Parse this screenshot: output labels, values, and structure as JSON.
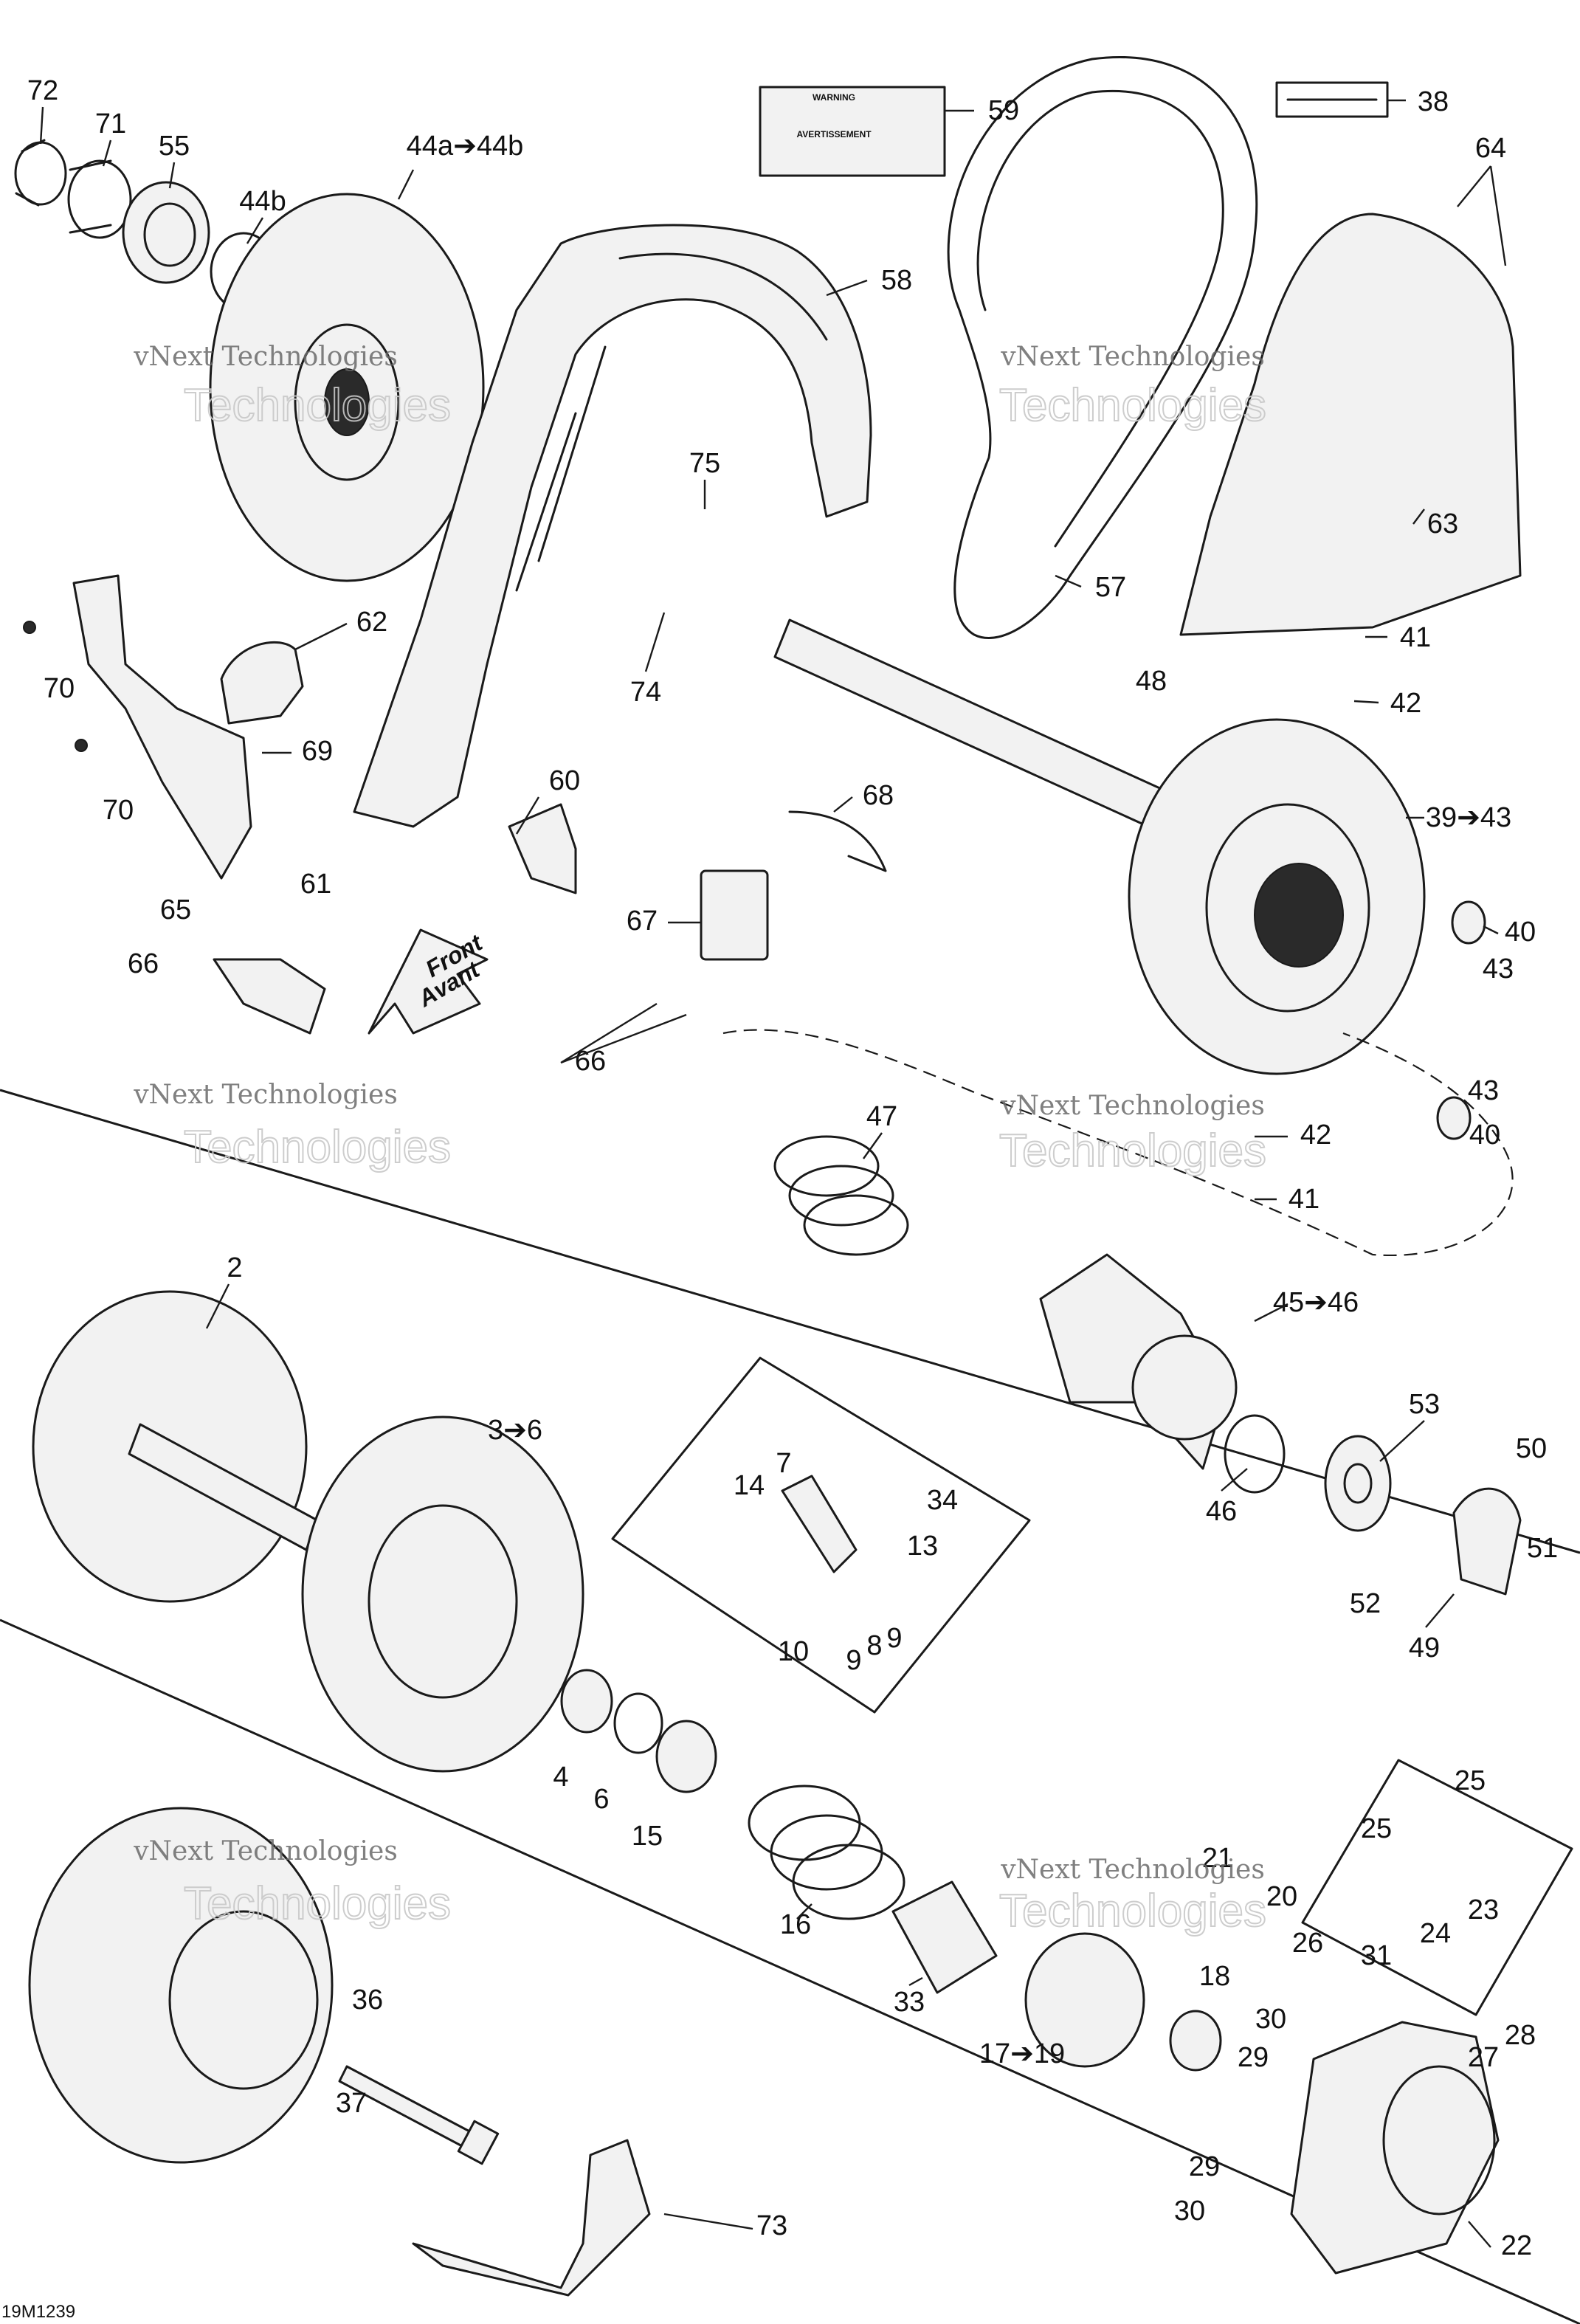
{
  "drawing_number": "19M1239",
  "watermark": [
    "vNext Technologies",
    "Technologies"
  ],
  "front_arrow": [
    "Front",
    "Avant"
  ],
  "warning_label": [
    "WARNING",
    "AVERTISSEMENT"
  ],
  "callouts": [
    "72",
    "71",
    "55",
    "44a➔44b",
    "44b",
    "59",
    "38",
    "64",
    "58",
    "75",
    "74",
    "62",
    "70",
    "69",
    "70",
    "60",
    "61",
    "57",
    "63",
    "41",
    "42",
    "48",
    "39➔43",
    "68",
    "67",
    "65",
    "66",
    "66",
    "40",
    "43",
    "47",
    "43",
    "42",
    "40",
    "41",
    "2",
    "45➔46",
    "3➔6",
    "7",
    "34",
    "14",
    "13",
    "10",
    "9",
    "8",
    "9",
    "53",
    "50",
    "46",
    "51",
    "52",
    "49",
    "4",
    "6",
    "15",
    "25",
    "25",
    "21",
    "20",
    "23",
    "24",
    "16",
    "33",
    "18",
    "26",
    "31",
    "36",
    "30",
    "28",
    "27",
    "29",
    "17➔19",
    "37",
    "29",
    "22",
    "30",
    "73"
  ]
}
